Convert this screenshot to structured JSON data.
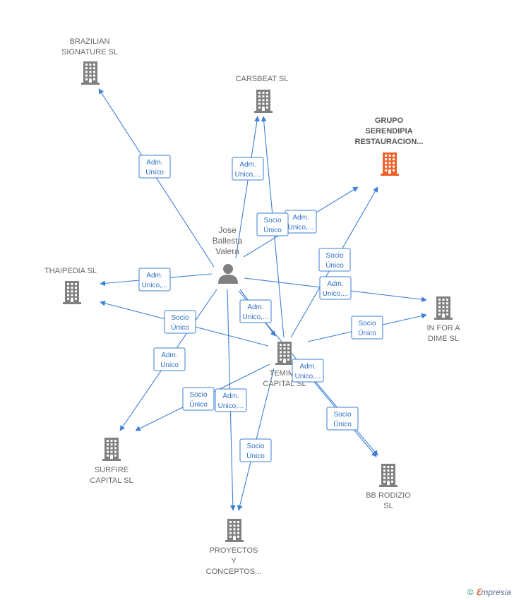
{
  "nodes": [
    {
      "id": "brazilian",
      "type": "company",
      "label": [
        "BRAZILIAN",
        "SIGNATURE  SL"
      ],
      "highlight": false
    },
    {
      "id": "carsbeat",
      "type": "company",
      "label": [
        "CARSBEAT  SL"
      ],
      "highlight": false
    },
    {
      "id": "grupo",
      "type": "company",
      "label": [
        "GRUPO",
        "SERENDIPIA",
        "RESTAURACION..."
      ],
      "highlight": true
    },
    {
      "id": "jose",
      "type": "person",
      "label": [
        "Jose",
        "Ballesta",
        "Valera"
      ],
      "highlight": false
    },
    {
      "id": "thaipedia",
      "type": "company",
      "label": [
        "THAIPEDIA  SL"
      ],
      "highlight": false
    },
    {
      "id": "inforadime",
      "type": "company",
      "label": [
        "IN FOR A",
        "DIME  SL"
      ],
      "highlight": false
    },
    {
      "id": "temima",
      "type": "company",
      "label": [
        "TEMIMA",
        "CAPITAL  SL"
      ],
      "highlight": false
    },
    {
      "id": "surfire",
      "type": "company",
      "label": [
        "SURFIRE",
        "CAPITAL  SL"
      ],
      "highlight": false
    },
    {
      "id": "bbrodizio",
      "type": "company",
      "label": [
        "BB RODIZIO",
        "SL"
      ],
      "highlight": false
    },
    {
      "id": "proyectos",
      "type": "company",
      "label": [
        "PROYECTOS",
        "Y",
        "CONCEPTOS..."
      ],
      "highlight": false
    }
  ],
  "edges": [
    {
      "from": "jose",
      "to": "brazilian",
      "label": [
        "Adm.",
        "Unico"
      ]
    },
    {
      "from": "jose",
      "to": "carsbeat",
      "label": [
        "Adm.",
        "Unico,..."
      ]
    },
    {
      "from": "jose",
      "to": "grupo",
      "label": [
        "Adm.",
        "Unico,..."
      ]
    },
    {
      "from": "jose",
      "to": "thaipedia",
      "label": [
        "Adm.",
        "Unico,..."
      ]
    },
    {
      "from": "jose",
      "to": "inforadime",
      "label": [
        "Adm.",
        "Unico,..."
      ]
    },
    {
      "from": "jose",
      "to": "temima",
      "label": [
        "Adm.",
        "Unico,..."
      ]
    },
    {
      "from": "jose",
      "to": "surfire",
      "label": [
        "Adm.",
        "Unico"
      ]
    },
    {
      "from": "jose",
      "to": "bbrodizio",
      "label": [
        "Adm.",
        "Unico,..."
      ]
    },
    {
      "from": "jose",
      "to": "proyectos",
      "label": [
        "Adm.",
        "Unico,..."
      ]
    },
    {
      "from": "temima",
      "to": "carsbeat",
      "label": [
        "Socio",
        "Único"
      ]
    },
    {
      "from": "temima",
      "to": "grupo",
      "label": [
        "Socio",
        "Único"
      ]
    },
    {
      "from": "temima",
      "to": "thaipedia",
      "label": [
        "Socio",
        "Único"
      ]
    },
    {
      "from": "temima",
      "to": "inforadime",
      "label": [
        "Socio",
        "Único"
      ]
    },
    {
      "from": "temima",
      "to": "surfire",
      "label": [
        "Socio",
        "Único"
      ]
    },
    {
      "from": "temima",
      "to": "bbrodizio",
      "label": [
        "Socio",
        "Único"
      ]
    },
    {
      "from": "temima",
      "to": "proyectos",
      "label": [
        "Socio",
        "Único"
      ]
    }
  ],
  "colors": {
    "edge": "#3d7fd6",
    "node": "#808080",
    "highlight": "#f0622a"
  },
  "icons": {
    "company": "building-icon",
    "person": "person-icon"
  },
  "watermark": {
    "copyright": "©",
    "brand_first": "ℇ",
    "brand_rest": "mpresia"
  }
}
